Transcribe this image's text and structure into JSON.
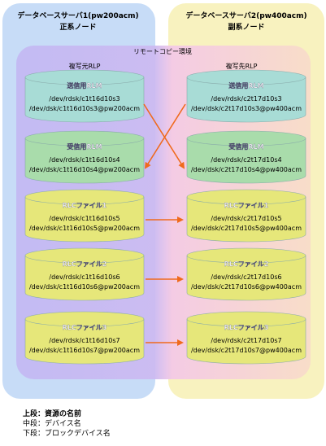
{
  "servers": {
    "primary": {
      "title": "データベースサーバ1(pw200acm)",
      "role": "正系ノード"
    },
    "secondary": {
      "title": "データベースサーバ2(pw400acm)",
      "role": "副系ノード"
    }
  },
  "remote_copy": {
    "title": "リモートコピー環境"
  },
  "rlp": {
    "source": "複写元RLP",
    "target": "複写先RLP"
  },
  "left_volumes": [
    {
      "name": "送信用RLM",
      "device": "/dev/rdsk/c1t16d10s3",
      "block": "/dev/dsk/c1t16d10s3@pw200acm"
    },
    {
      "name": "受信用RLM",
      "device": "/dev/rdsk/c1t16d10s4",
      "block": "/dev/dsk/c1t16d10s4@pw200acm"
    },
    {
      "name": "RLCファイル1",
      "device": "/dev/rdsk/c1t16d10s5",
      "block": "/dev/dsk/c1t16d10s5@pw200acm"
    },
    {
      "name": "RLCファイル2",
      "device": "/dev/rdsk/c1t16d10s6",
      "block": "/dev/dsk/c1t16d10s6@pw200acm"
    },
    {
      "name": "RLCファイル3",
      "device": "/dev/rdsk/c1t16d10s7",
      "block": "/dev/dsk/c1t16d10s7@pw200acm"
    }
  ],
  "right_volumes": [
    {
      "name": "送信用RLM",
      "device": "/dev/rdsk/c2t17d10s3",
      "block": "/dev/dsk/c2t17d10s3@pw400acm"
    },
    {
      "name": "受信用RLM",
      "device": "/dev/rdsk/c2t17d10s4",
      "block": "/dev/dsk/c2t17d10s4@pw400acm"
    },
    {
      "name": "RLCファイル1",
      "device": "/dev/rdsk/c2t17d10s5",
      "block": "/dev/dsk/c2t17d10s5@pw400acm"
    },
    {
      "name": "RLCファイル2",
      "device": "/dev/rdsk/c2t17d10s6",
      "block": "/dev/dsk/c2t17d10s6@pw400acm"
    },
    {
      "name": "RLCファイル3",
      "device": "/dev/rdsk/c2t17d10s7",
      "block": "/dev/dsk/c2t17d10s7@pw400acm"
    }
  ],
  "legend": {
    "line1": "上段：資源の名前",
    "line2": "中段：デバイス名",
    "line3": "下段：ブロックデバイス名"
  },
  "colors": {
    "primary_panel": "#c7dcf7",
    "secondary_panel": "#f8f2bf",
    "remote_left": "#c3b9f3",
    "remote_right": "#f6d2dc",
    "rlm_fill": "#a8dcd6",
    "rlm_recv_fill": "#a9dcab",
    "rlc_fill": "#e6e77a",
    "arrow": "#f06a1c"
  }
}
